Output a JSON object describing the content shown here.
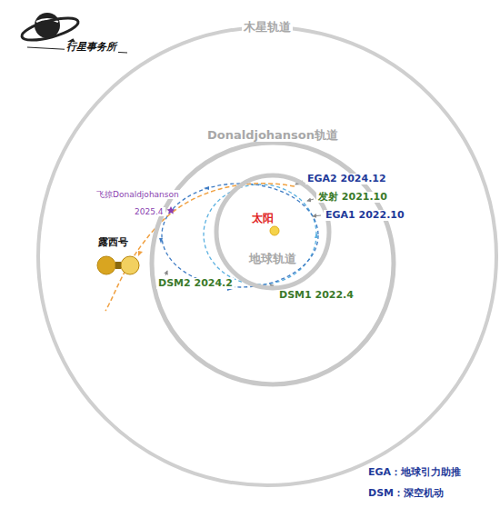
{
  "diagram": {
    "nodes": [
      {
        "text": [
          "木星轨道"
        ]
      },
      {
        "text": [
          "Donaldjohanson轨道"
        ],
        "in": 0
      },
      {
        "text": [
          "地球轨道"
        ],
        "in": 1
      }
    ],
    "labels": [
      "行星事务所",
      "太阳",
      "EGA2 2024.12",
      "发射 2021.10",
      "EGA1 2022.10",
      "DSM1 2022.4",
      "DSM2 2024.2",
      "飞掠Donaldjohanson",
      "2025.4",
      "露西号",
      "EGA：地球引力助推",
      "DSM：深空机动"
    ]
  }
}
